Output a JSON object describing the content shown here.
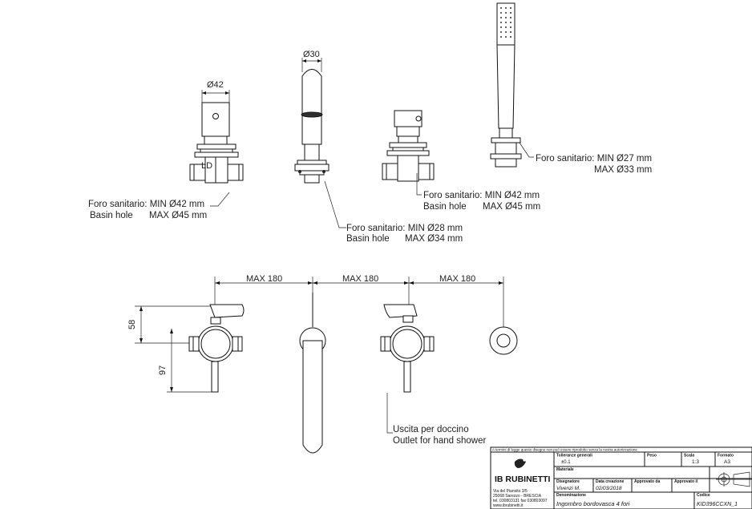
{
  "dimensions": {
    "d42": "Ø42",
    "d30": "Ø30",
    "max180": "MAX 180",
    "h58": "58",
    "h97": "97"
  },
  "callouts": {
    "left_valve": {
      "line1": "Foro sanitario: MIN Ø42 mm",
      "line2_a": "Basin hole",
      "line2_b": "MAX Ø45 mm"
    },
    "spout": {
      "line1": "Foro sanitario: MIN Ø28 mm",
      "line2_a": "Basin hole",
      "line2_b": "MAX Ø34 mm"
    },
    "right_valve": {
      "line1": "Foro sanitario: MIN Ø42 mm",
      "line2_a": "Basin hole",
      "line2_b": "MAX Ø45 mm"
    },
    "shower": {
      "line1": "Foro sanitario: MIN Ø27 mm",
      "line2": "MAX Ø33 mm"
    },
    "outlet": {
      "line1": "Uscita per doccino",
      "line2": "Outlet for hand shower"
    }
  },
  "title_block": {
    "warning": "A termini di legge questo disegno non può essere riprodotto senza la nostra autorizzazione",
    "brand": "IB RUBINETTI",
    "address": [
      "Via del Piansito 3/5",
      "25068 Sarezzo - BRESCIA",
      "tel. 030803131 fax 030803097",
      "www.ibrubinetti.it"
    ],
    "tolerance_label": "Tolleranze generali",
    "tolerance_value": "±0.1",
    "weight_label": "Peso",
    "scale_label": "Scala",
    "scale_value": "1:3",
    "format_label": "Formato",
    "format_value": "A3",
    "material_label": "Materiale",
    "designer_label": "Disegnatore",
    "designer_value": "Vivenzi M.",
    "created_label": "Data creazione",
    "created_value": "02/03/2018",
    "approved1_label": "Approvato da",
    "approved2_label": "Approvato il",
    "denomination_label": "Denominazione",
    "denomination_value": "Ingombro bordovasca 4 fori",
    "code_label": "Codice",
    "code_value": "KID396CCXN_1"
  }
}
